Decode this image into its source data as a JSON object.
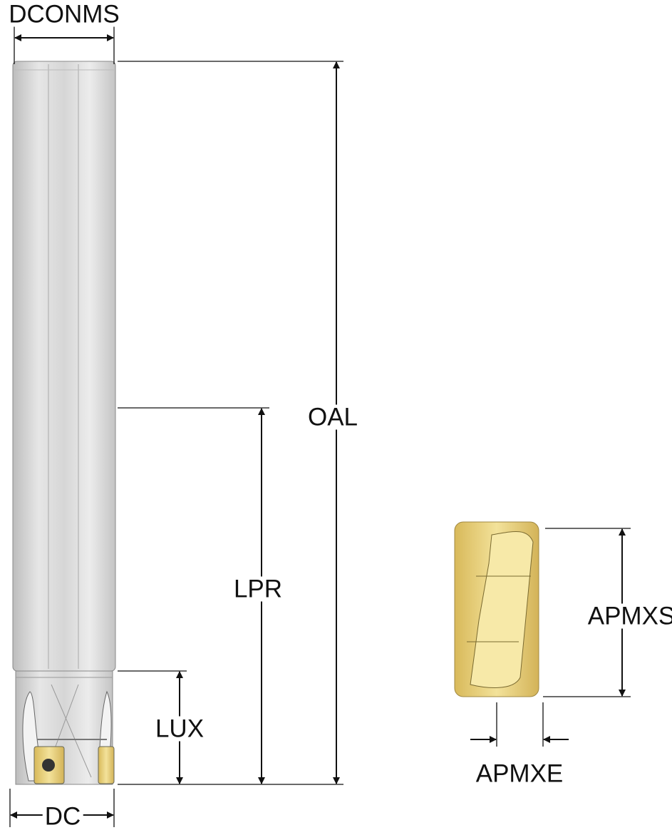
{
  "dimensions": {
    "dconms": "DCONMS",
    "oal": "OAL",
    "lpr": "LPR",
    "lux": "LUX",
    "dc": "DC",
    "apmxs": "APMXS",
    "apmxe": "APMXE"
  },
  "colors": {
    "shank": "#d9d9d9",
    "insert": "#e8cf7a",
    "line": "#111111"
  }
}
